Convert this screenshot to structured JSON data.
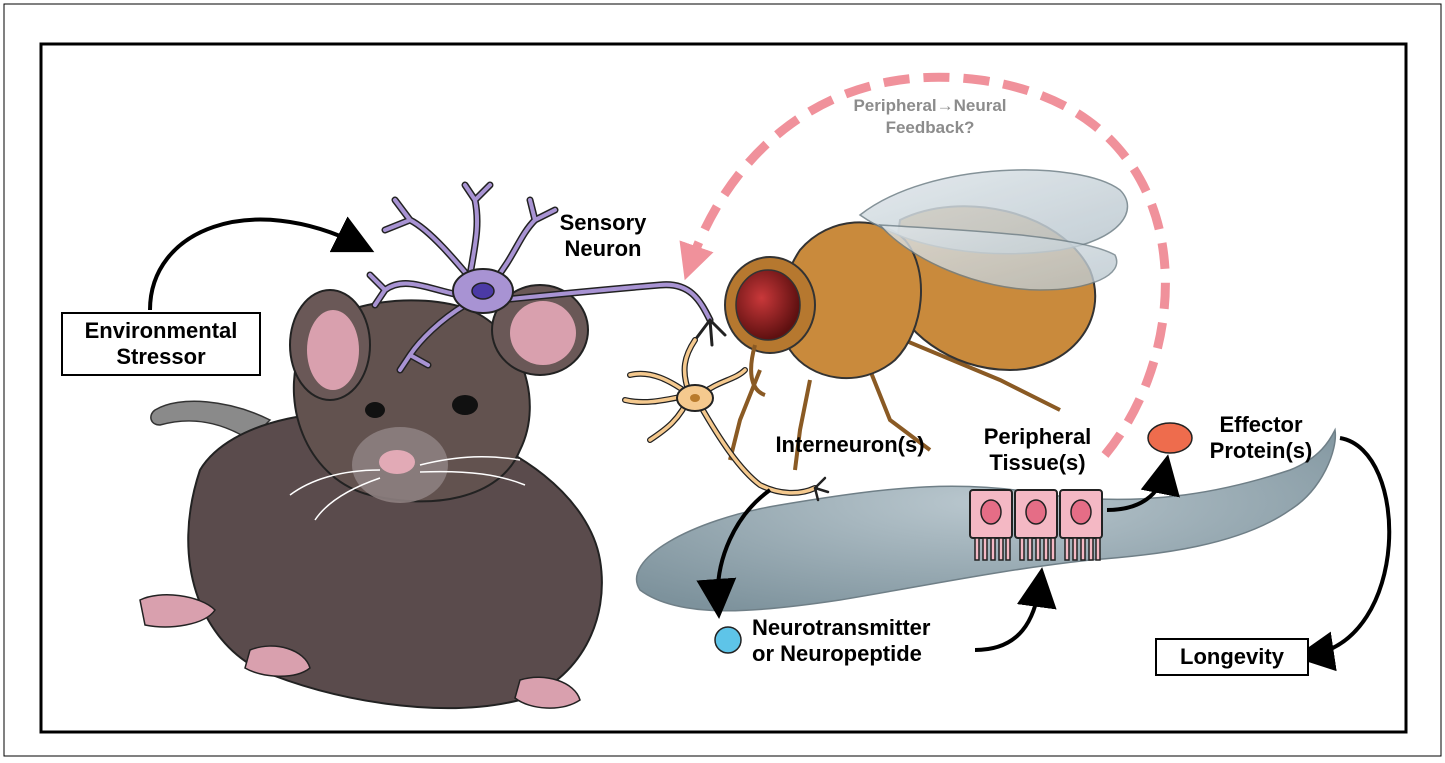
{
  "labels": {
    "environmental_stressor": [
      "Environmental",
      "Stressor"
    ],
    "sensory_neuron": [
      "Sensory",
      "Neuron"
    ],
    "feedback": [
      "Peripheral→Neural",
      "Feedback?"
    ],
    "interneuron": "Interneuron(s)",
    "peripheral_tissue": [
      "Peripheral",
      "Tissue(s)"
    ],
    "effector_protein": [
      "Effector",
      "Protein(s)"
    ],
    "neurotransmitter": [
      "Neurotransmitter",
      "or Neuropeptide"
    ],
    "longevity": "Longevity"
  },
  "colors": {
    "frame": "#000000",
    "sensory_neuron": "#a893d3",
    "sensory_nucleus": "#4b3aa6",
    "interneuron": "#f5c98e",
    "feedback_arrow": "#f0919b",
    "feedback_text": "#8c8c8c",
    "mouse_body": "#5a4b4c",
    "mouse_pink": "#d9a0ae",
    "fly_body": "#c98a3c",
    "fly_eye": "#9b1d1d",
    "worm": "#8fa3ad",
    "tissue_cell": "#f4b8c4",
    "neurotransmitter_dot": "#5ec4e8",
    "effector_dot": "#ee6c4d"
  },
  "icons": [
    "mouse-illustration",
    "fly-illustration",
    "worm-illustration",
    "sensory-neuron-icon",
    "interneuron-icon",
    "tissue-cells-icon"
  ]
}
